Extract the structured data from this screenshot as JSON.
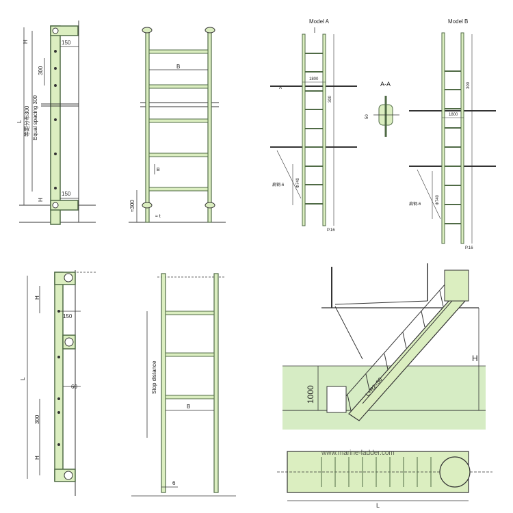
{
  "colors": {
    "background": "#ffffff",
    "ladder_fill": "#dbeec0",
    "ladder_stroke": "#4f6a45",
    "line": "#333333",
    "water": "#d6ecc4"
  },
  "panel_tl": {
    "dim_top": "H",
    "dim_top_gap": "150",
    "dim_spacing": "300",
    "dim_bottom_gap": "150",
    "dim_bottom": "H",
    "dim_total": "L",
    "spacing_cn": "等距分布300",
    "spacing_en": "Equal spacing 300"
  },
  "panel_tc": {
    "dim_width": "B",
    "dim_step": "B",
    "dim_bottom": "≈300",
    "dim_base": "≈ t"
  },
  "panel_tr": {
    "model_a_title": "Model A",
    "model_b_title": "Model B",
    "section_title": "A-A",
    "section_arrow": "A",
    "hoop_width_a": "1800",
    "hoop_width_b": "1800",
    "hoop_dim_a": "Φ740",
    "hoop_dim_b": "Φ740",
    "dim_spacing": "300",
    "dim_section": "50",
    "callout_a": "扁钢-6",
    "callout_b": "扁钢-6",
    "dim_foot_a": "P.16",
    "dim_foot_b": "P.16"
  },
  "panel_bl": {
    "dim_top": "H",
    "dim_gap": "150",
    "dim_mid": "60",
    "dim_spacing": "300",
    "dim_bottom": "H",
    "dim_total": "L"
  },
  "panel_bc": {
    "stop_distance": "Stop distance",
    "dim_width": "B",
    "dim_base": "6"
  },
  "panel_br": {
    "dim_height": "H",
    "dim_water": "1000",
    "dim_length": "L+R2=50",
    "dim_plan": "L",
    "watermark": "www.marine-ladder.com"
  }
}
